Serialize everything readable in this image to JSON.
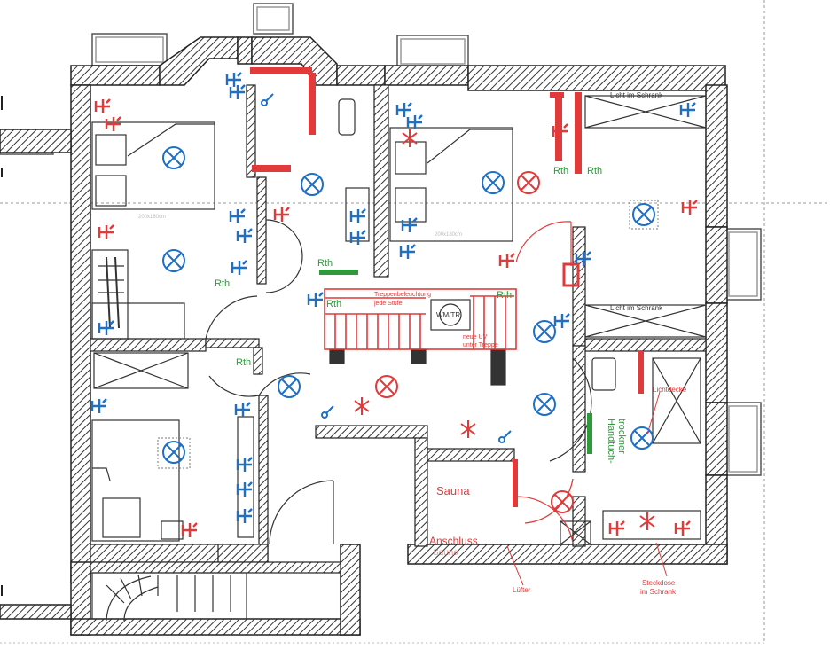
{
  "labels": {
    "rth1": "Rth",
    "rth2": "Rth",
    "rth3": "Rth",
    "rth4": "Rth",
    "rth5": "Rth",
    "rth6": "Rth",
    "rth7": "Rth",
    "licht_schrank_1": "Licht im Schrank",
    "licht_schrank_2": "Licht im Schrank",
    "treppen_1": "Treppenbeleuchtung",
    "treppen_2": "jede Stufe",
    "wmtr": "WM/TR",
    "neue_uv_1": "neue UV",
    "neue_uv_2": "unter Treppe",
    "lichtdecke": "Lichtdecke",
    "handtuch_1": "Handtuch-",
    "handtuch_2": "trockner",
    "sauna": "Sauna",
    "anschluss_1": "Anschluss",
    "anschluss_2": "Sauna",
    "luefter": "Lüfter",
    "steckdose_1": "Steckdose",
    "steckdose_2": "im Schrank",
    "bed_dim_1": "200x180cm",
    "bed_dim_2": "200x180cm"
  },
  "colors": {
    "wall": "#2b2b2b",
    "blue": "#1f6fc4",
    "red": "#e03a3a",
    "green": "#2e9a3c"
  }
}
